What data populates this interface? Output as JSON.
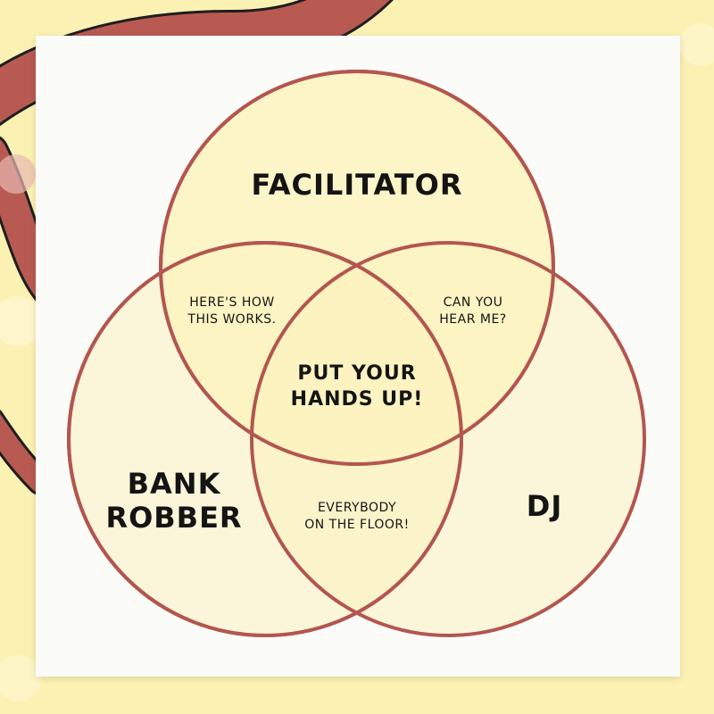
{
  "diagram": {
    "type": "venn",
    "colors": {
      "background": "#fbf1b2",
      "decor_band": "#b85a52",
      "card": "#fbfbf8",
      "circle_fill": "#fbf3c0",
      "circle_stroke": "#b3564f"
    },
    "sets": {
      "top": "FACILITATOR",
      "left": [
        "BANK",
        "ROBBER"
      ],
      "right": "DJ"
    },
    "intersections": {
      "top_left": [
        "HERE'S HOW",
        "THIS WORKS."
      ],
      "top_right": [
        "CAN YOU",
        "HEAR ME?"
      ],
      "left_right": [
        "EVERYBODY",
        "ON THE FLOOR!"
      ],
      "center": [
        "PUT YOUR",
        "HANDS UP!"
      ]
    }
  }
}
